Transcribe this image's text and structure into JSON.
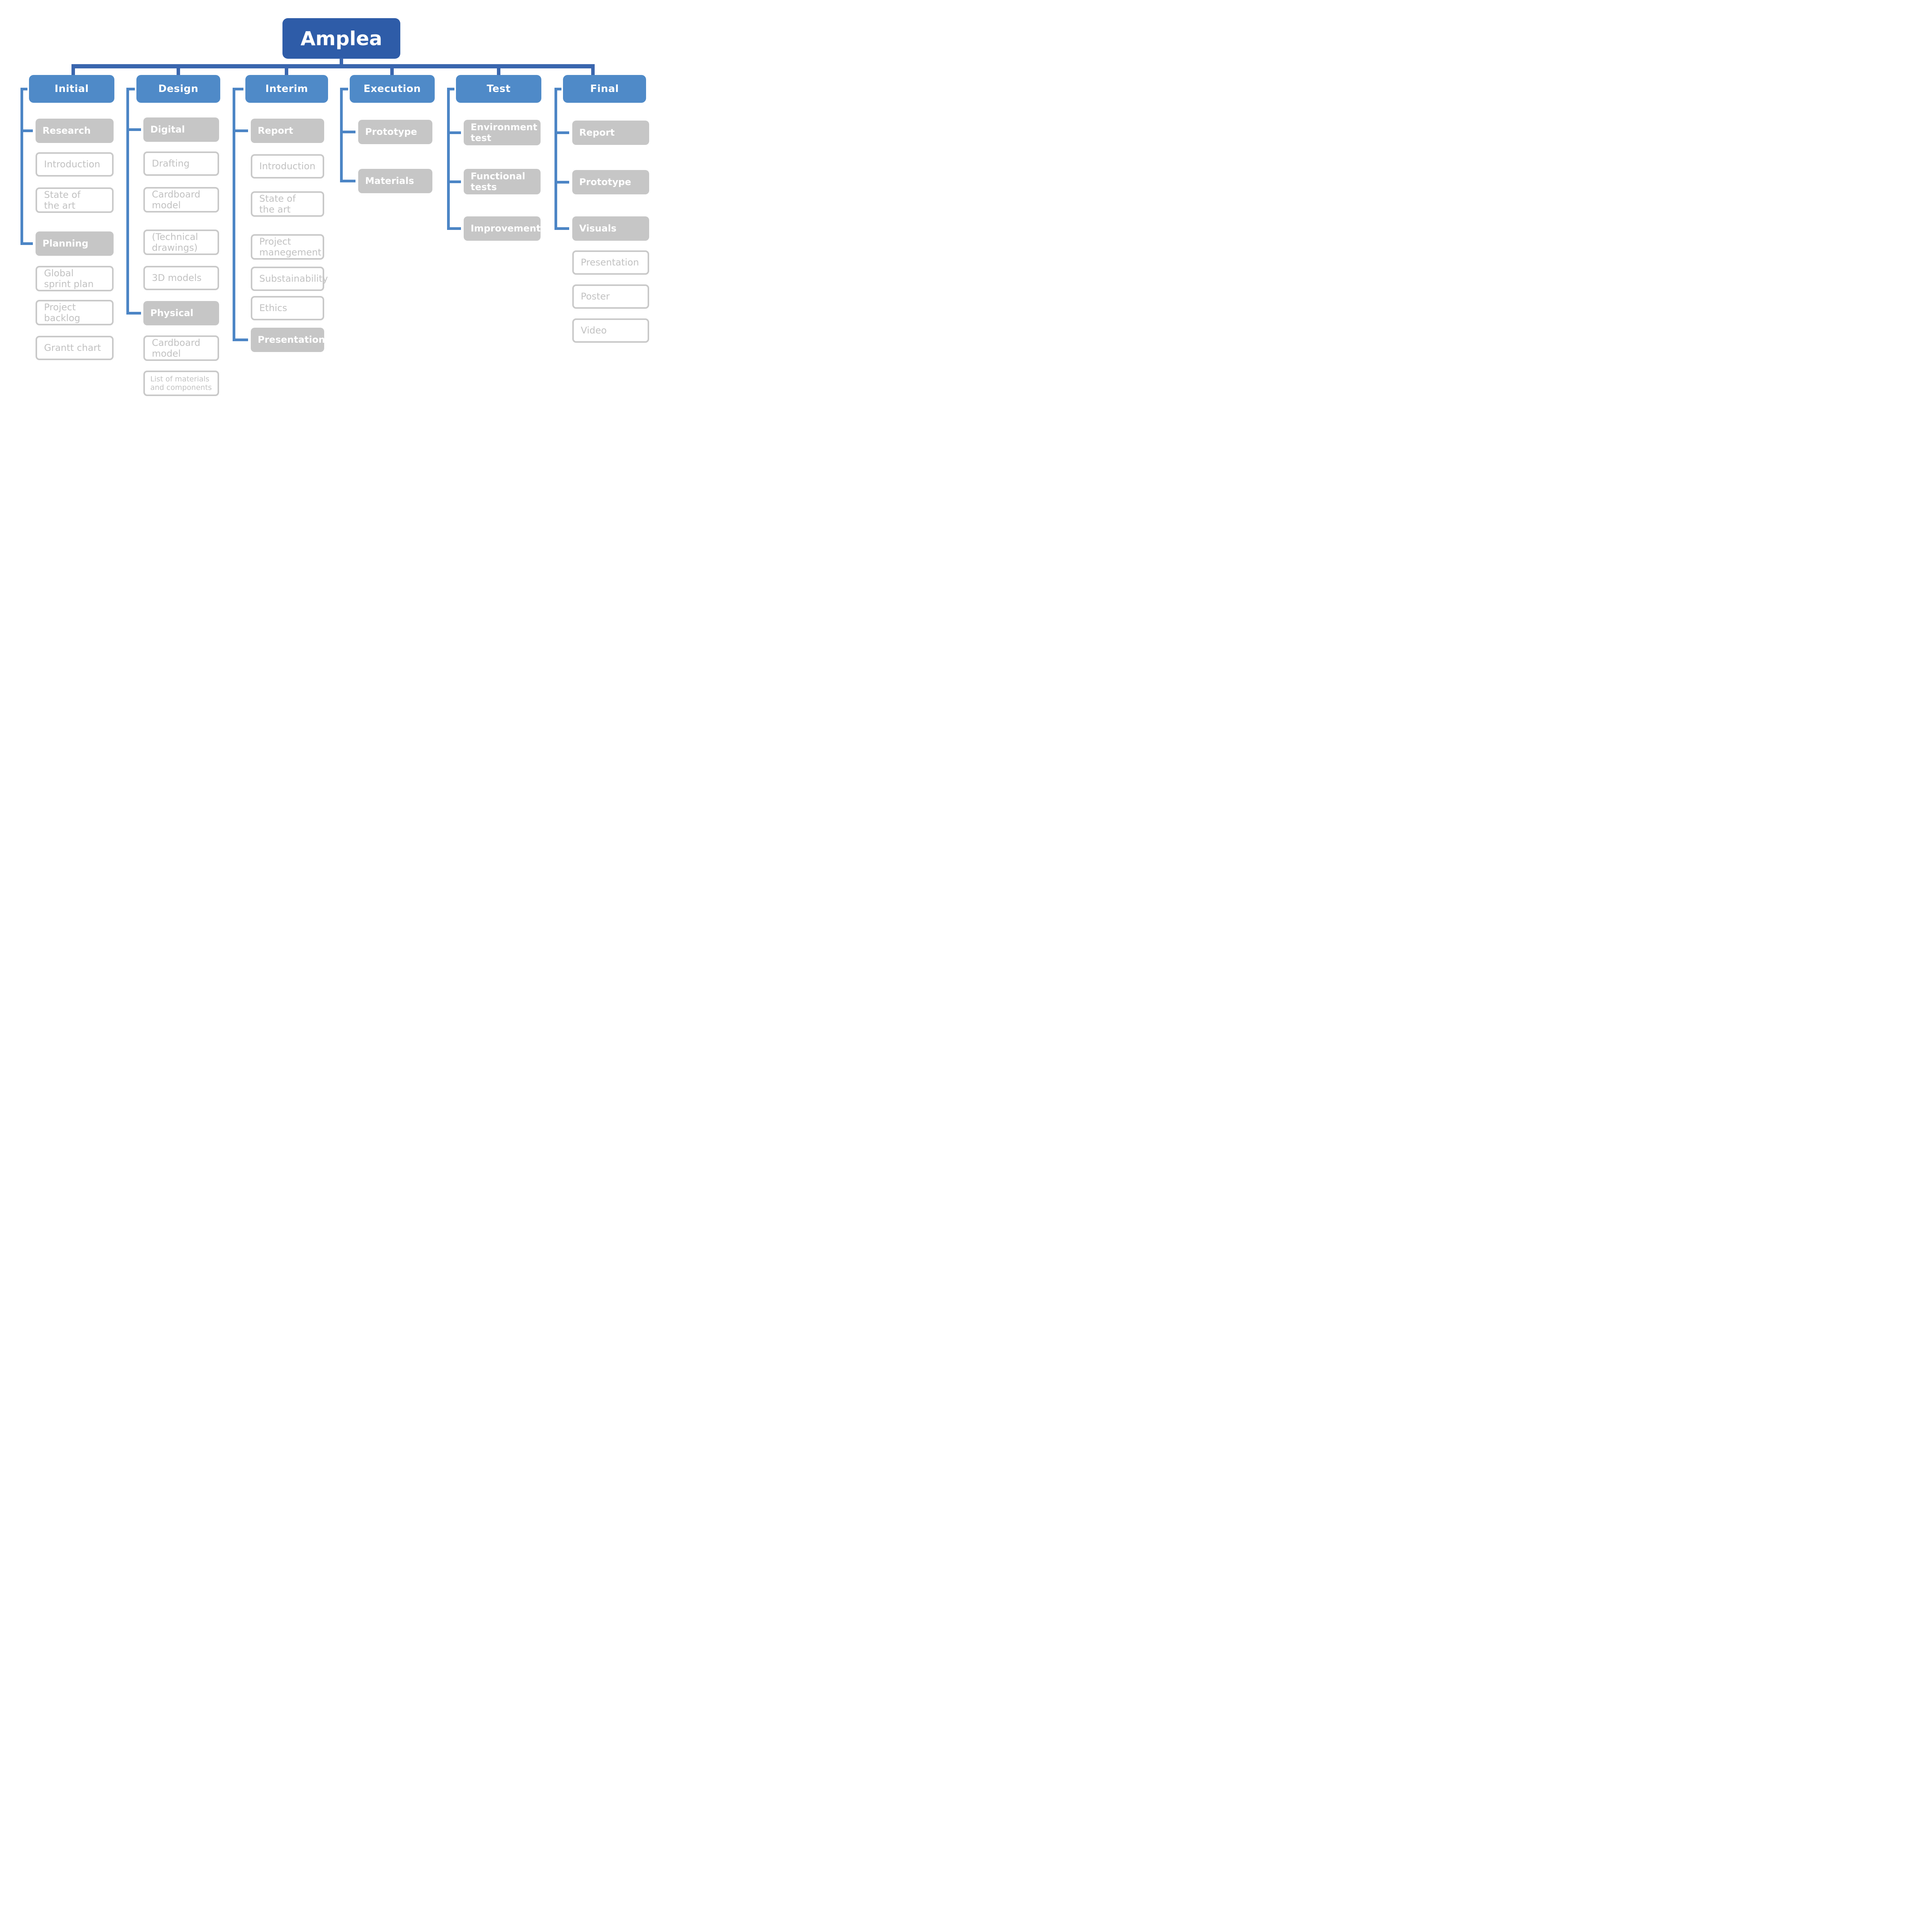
{
  "title": "Amplea",
  "colors": {
    "title_bg": "#2e5ca8",
    "header_bg": "#4f8ac8",
    "filled_bg": "#c6c6c6",
    "filled_text": "#ffffff",
    "outline_border": "#c9c9c9",
    "outline_text": "#c2c2c2",
    "rail_line": "#3a66ae",
    "bracket_line": "#4c85c5"
  },
  "columns": [
    {
      "title": "Initial",
      "children": [
        {
          "label": "Research",
          "style": "filled"
        },
        {
          "label": "Introduction",
          "style": "outlined"
        },
        {
          "label": "State of\nthe art",
          "style": "outlined"
        },
        {
          "label": "Planning",
          "style": "filled"
        },
        {
          "label": "Global\nsprint plan",
          "style": "outlined"
        },
        {
          "label": "Project\nbacklog",
          "style": "outlined"
        },
        {
          "label": "Grantt chart",
          "style": "outlined"
        }
      ]
    },
    {
      "title": "Design",
      "children": [
        {
          "label": "Digital",
          "style": "filled"
        },
        {
          "label": "Drafting",
          "style": "outlined"
        },
        {
          "label": "Cardboard\nmodel",
          "style": "outlined"
        },
        {
          "label": "(Technical\ndrawings)",
          "style": "outlined"
        },
        {
          "label": "3D models",
          "style": "outlined"
        },
        {
          "label": "Physical",
          "style": "filled"
        },
        {
          "label": "Cardboard\nmodel",
          "style": "outlined"
        },
        {
          "label": "List of materials\nand components",
          "style": "outlined"
        }
      ]
    },
    {
      "title": "Interim",
      "children": [
        {
          "label": "Report",
          "style": "filled"
        },
        {
          "label": "Introduction",
          "style": "outlined"
        },
        {
          "label": "State of\nthe art",
          "style": "outlined"
        },
        {
          "label": "Project\nmanegement",
          "style": "outlined"
        },
        {
          "label": "Substainability",
          "style": "outlined"
        },
        {
          "label": "Ethics",
          "style": "outlined"
        },
        {
          "label": "Presentation",
          "style": "filled"
        }
      ]
    },
    {
      "title": "Execution",
      "children": [
        {
          "label": "Prototype",
          "style": "filled"
        },
        {
          "label": "Materials",
          "style": "filled"
        }
      ]
    },
    {
      "title": "Test",
      "children": [
        {
          "label": "Environment\ntest",
          "style": "filled"
        },
        {
          "label": "Functional\ntests",
          "style": "filled"
        },
        {
          "label": "Improvements",
          "style": "filled"
        }
      ]
    },
    {
      "title": "Final",
      "children": [
        {
          "label": "Report",
          "style": "filled"
        },
        {
          "label": "Prototype",
          "style": "filled"
        },
        {
          "label": "Visuals",
          "style": "filled"
        },
        {
          "label": "Presentation",
          "style": "outlined"
        },
        {
          "label": "Poster",
          "style": "outlined"
        },
        {
          "label": "Video",
          "style": "outlined"
        }
      ]
    }
  ]
}
